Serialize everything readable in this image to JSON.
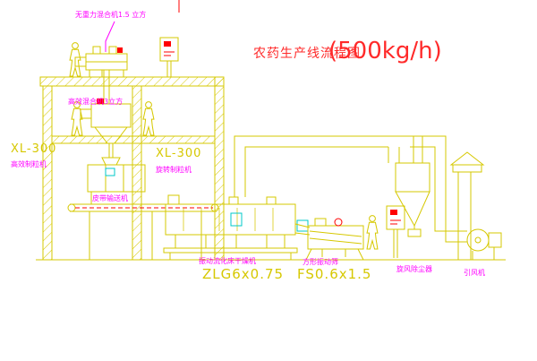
{
  "title": {
    "name": "农药生产线流程图",
    "capacity": "(500kg/h)"
  },
  "labels": {
    "gravity_mixer": "无重力混合机1.5 立方",
    "high_mixer": "高效混合机3立方",
    "granulator_left_model": "XL-300",
    "granulator_left_name": "高效制粒机",
    "granulator_center_model": "XL-300",
    "granulator_center_name": "旋转制粒机",
    "belt_conveyor": "皮带输送机",
    "dryer_name": "振动流化床干燥机",
    "dryer_model": "ZLG6x0.75",
    "screen_name": "方形振动筛",
    "screen_model": "FS0.6x1.5",
    "cyclone_name": "旋风除尘器",
    "fan_name": "引风机"
  },
  "colors": {
    "line": "#d6c800",
    "label": "#ff00ff",
    "title": "#ff2a2a",
    "accent": "#ff0000",
    "cyan": "#00c8c8",
    "model": "#d6c800",
    "bg": "#ffffff"
  }
}
